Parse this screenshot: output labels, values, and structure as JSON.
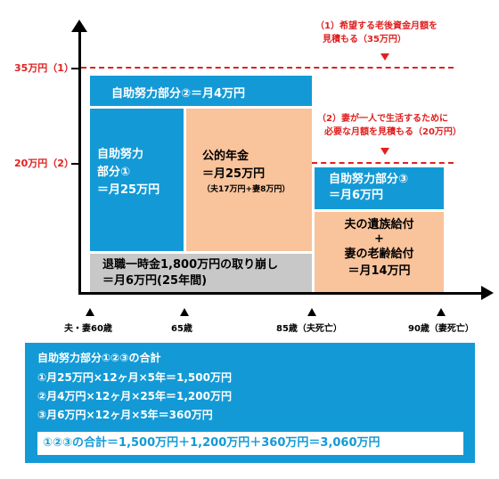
{
  "y_labels": {
    "y35": "35万円（1）",
    "y20": "20万円（2）"
  },
  "notes": {
    "note1_line1": "（1）希望する老後資金月額を",
    "note1_line2": "見積もる（35万円）",
    "note2_line1": "（2）妻が一人で生活するために",
    "note2_line2": "必要な月額を見積もる（20万円）"
  },
  "blocks": {
    "self2": "自助努力部分②＝月4万円",
    "self1_line1": "自助努力",
    "self1_line2": "部分①",
    "self1_line3": "＝月25万円",
    "pension_title": "公的年金",
    "pension_amount": "＝月25万円",
    "pension_detail": "（夫17万円+妻8万円）",
    "retire_line1": "退職一時金1,800万円の取り崩し",
    "retire_line2": "＝月6万円(25年間)",
    "self3_line1": "自助努力部分③",
    "self3_line2": "＝月6万円",
    "widow_line1": "夫の遺族給付",
    "widow_plus": "+",
    "widow_line2": "妻の老齢給付",
    "widow_line3": "＝月14万円"
  },
  "x_labels": {
    "x60": "夫・妻60歳",
    "x65": "65歳",
    "x85": "85歳（夫死亡）",
    "x90": "90歳（妻死亡）"
  },
  "summary": {
    "title": "自助努力部分①②③の合計",
    "line1": "①月25万円×12ヶ月×5年＝1,500万円",
    "line2": "②月4万円×12ヶ月×25年＝1,200万円",
    "line3": "③月6万円×12ヶ月×5年＝360万円",
    "total": "①②③の合計＝1,500万円＋1,200万円＋360万円＝3,060万円"
  },
  "colors": {
    "blue": "#139ad6",
    "orange": "#f9c39b",
    "gray": "#c8c8c8",
    "red": "#e02020"
  }
}
